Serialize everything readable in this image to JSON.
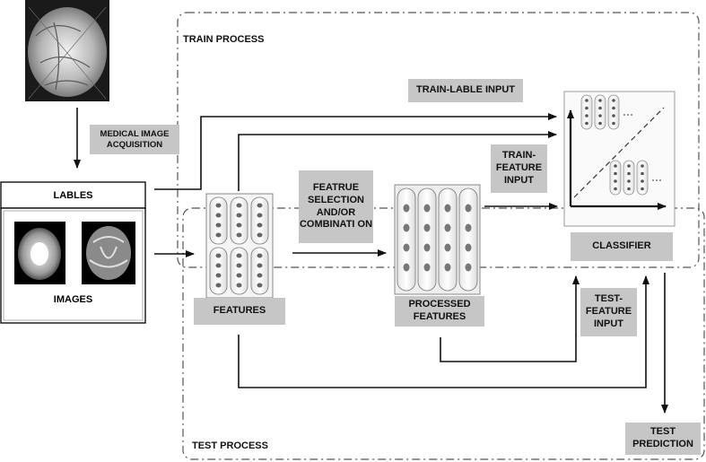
{
  "regions": {
    "train": "TRAIN PROCESS",
    "test": "TEST PROCESS"
  },
  "labels": {
    "medical_acquisition": "MEDICAL IMAGE ACQUISITION",
    "lables": "LABLES",
    "images": "IMAGES",
    "features": "FEATURES",
    "feature_selection": "FEATRUE SELECTION AND/OR COMBINATI ON",
    "processed_features": "PROCESSED FEATURES",
    "train_lable_input": "TRAIN-LABLE INPUT",
    "train_feature_input": "TRAIN-FEATURE INPUT",
    "classifier": "CLASSIFIER",
    "test_feature_input": "TEST-FEATURE INPUT",
    "test_prediction": "TEST PREDICTION"
  },
  "colors": {
    "label_bg": "#c6c6c6",
    "line": "#111111",
    "region_border": "#555555"
  }
}
